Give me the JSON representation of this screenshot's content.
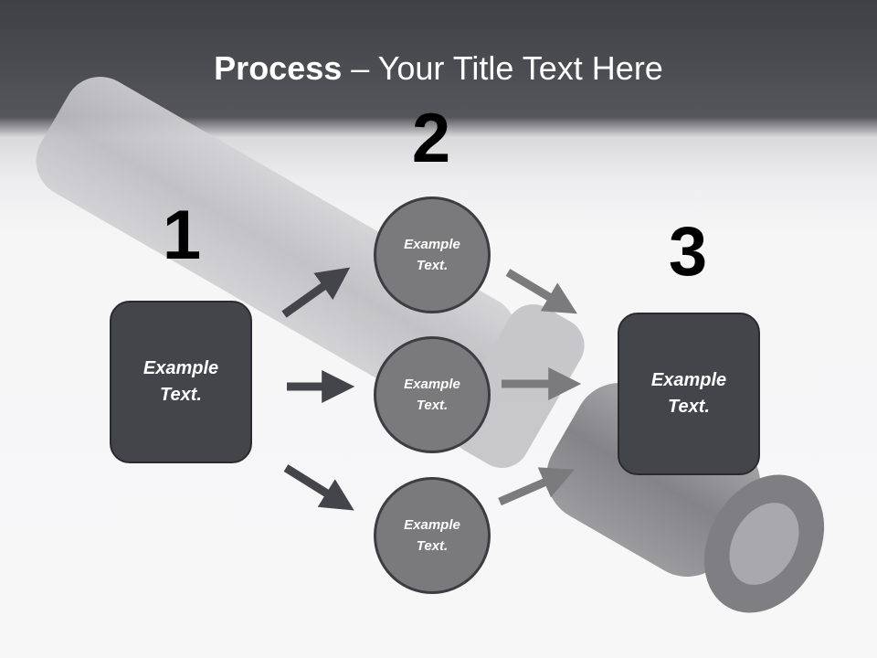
{
  "title": {
    "bold": "Process",
    "rest": " – Your Title Text Here"
  },
  "steps": {
    "one": {
      "number": "1",
      "text": "Example\nText."
    },
    "two": {
      "number": "2",
      "circles": [
        {
          "text": "Example\nText."
        },
        {
          "text": "Example\nText."
        },
        {
          "text": "Example\nText."
        }
      ]
    },
    "three": {
      "number": "3",
      "text": "Example\nText."
    }
  },
  "colors": {
    "dark_box": "#44454b",
    "circle": "#7a7a7c",
    "arrow_dark": "#44454b",
    "arrow_light": "#7b7b7d"
  }
}
